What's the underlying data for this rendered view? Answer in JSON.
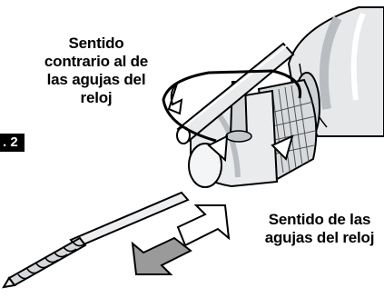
{
  "labels": {
    "counterclockwise": "Sentido contrario al de las agujas del reloj",
    "clockwise": "Sentido de las agujas del reloj"
  },
  "figure_badge": ". 2",
  "icons": [
    "drill-chuck",
    "chuck-key",
    "drill-bit",
    "rotation-arrows",
    "direction-arrows"
  ],
  "colors": {
    "line": "#000000",
    "body_fill": "#e6e8ea",
    "shade": "#b9bdc1",
    "arrow_fill": "#9a9a9a",
    "background": "#ffffff"
  }
}
